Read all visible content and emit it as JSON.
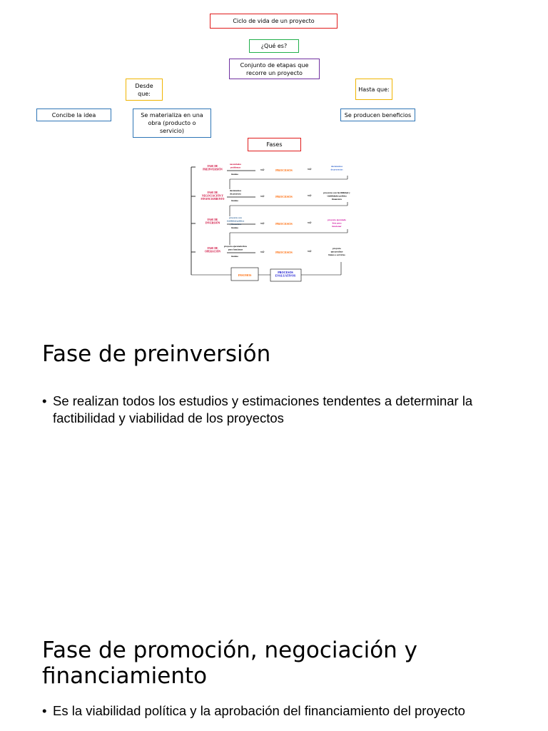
{
  "concept_map": {
    "title": "Ciclo de vida de un proyecto",
    "question": "¿Qué es?",
    "definition": "Conjunto de etapas que recorre un proyecto",
    "from_label": "Desde que:",
    "to_label": "Hasta que:",
    "from_1": "Concibe la idea",
    "from_2": "Se materializa en una obra (producto o servicio)",
    "to_1": "Se producen beneficios",
    "phases": "Fases"
  },
  "flow": {
    "process": "PROCESOS",
    "phases": [
      {
        "name": [
          "FASE DE",
          "PREINVERSIÓN"
        ],
        "input": [
          "necesidades",
          "problemas"
        ],
        "insumo": "insumo",
        "output": [
          "documentos",
          "de proyectos"
        ]
      },
      {
        "name": [
          "FASE DE",
          "NEGOCIACIÓN Y",
          "FINANCIAMIENTO"
        ],
        "input": [
          "documentos",
          "de proyecto"
        ],
        "insumo": "insumo",
        "output": [
          "proyectos con factibilidad y",
          "viabilidades política",
          "financiera"
        ]
      },
      {
        "name": [
          "FASE DE",
          "INVERSIÓN"
        ],
        "input": [
          "proyecto con",
          "viabilidad política",
          "y financiera"
        ],
        "insumo": "insumo",
        "output": [
          "proyecto ejecutado",
          "listo para",
          "funcionar"
        ]
      },
      {
        "name": [
          "FASE DE",
          "OPERACIÓN"
        ],
        "input": [
          "proyecto ejecutado listo",
          "para funcionar"
        ],
        "insumo": "insumo",
        "output": [
          "proyecto",
          "que produce",
          "bienes o servicios"
        ]
      }
    ],
    "feedback_left": "INSUMOS",
    "feedback_right": [
      "PROCESOS",
      "EVALUATIVOS"
    ],
    "colors": {
      "name": "#cc0033",
      "process": "#ff6600",
      "output1": "#3366cc",
      "output3": "#cc0099",
      "input3": "#336699",
      "eval": "#0000cc",
      "insumos": "#ff6600"
    }
  },
  "sections": [
    {
      "title": "Fase de preinversión",
      "bullet": "Se realizan todos los estudios y estimaciones tendentes a determinar la factibilidad y viabilidad de los proyectos"
    },
    {
      "title_line1": "Fase de promoción, negociación y",
      "title_line2": "financiamiento",
      "bullet": "Es la viabilidad política y la aprobación del financiamiento del proyecto"
    }
  ],
  "bullet_char": "•"
}
